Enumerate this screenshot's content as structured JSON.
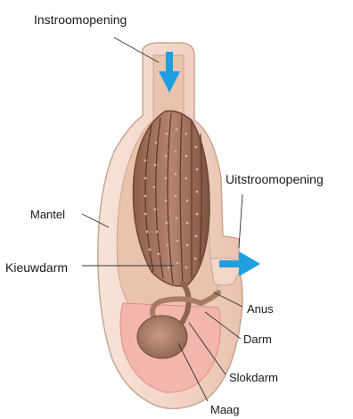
{
  "labels": {
    "inflow_opening": "Instroomopening",
    "outflow_opening": "Uitstroomopening",
    "mantle": "Mantel",
    "gill_gut": "Kieuwdarm",
    "anus": "Anus",
    "intestine": "Darm",
    "esophagus": "Slokdarm",
    "stomach": "Maag"
  },
  "colors": {
    "tunic": "#f3d6c8",
    "tunic_edge": "#c9a693",
    "body": "#e9c3ae",
    "pharynx": "#9c6b57",
    "pharynx_dark": "#6e4636",
    "gut": "#b58a72",
    "stomach_pink": "#f0a8a0",
    "arrow": "#1f9fe0"
  }
}
